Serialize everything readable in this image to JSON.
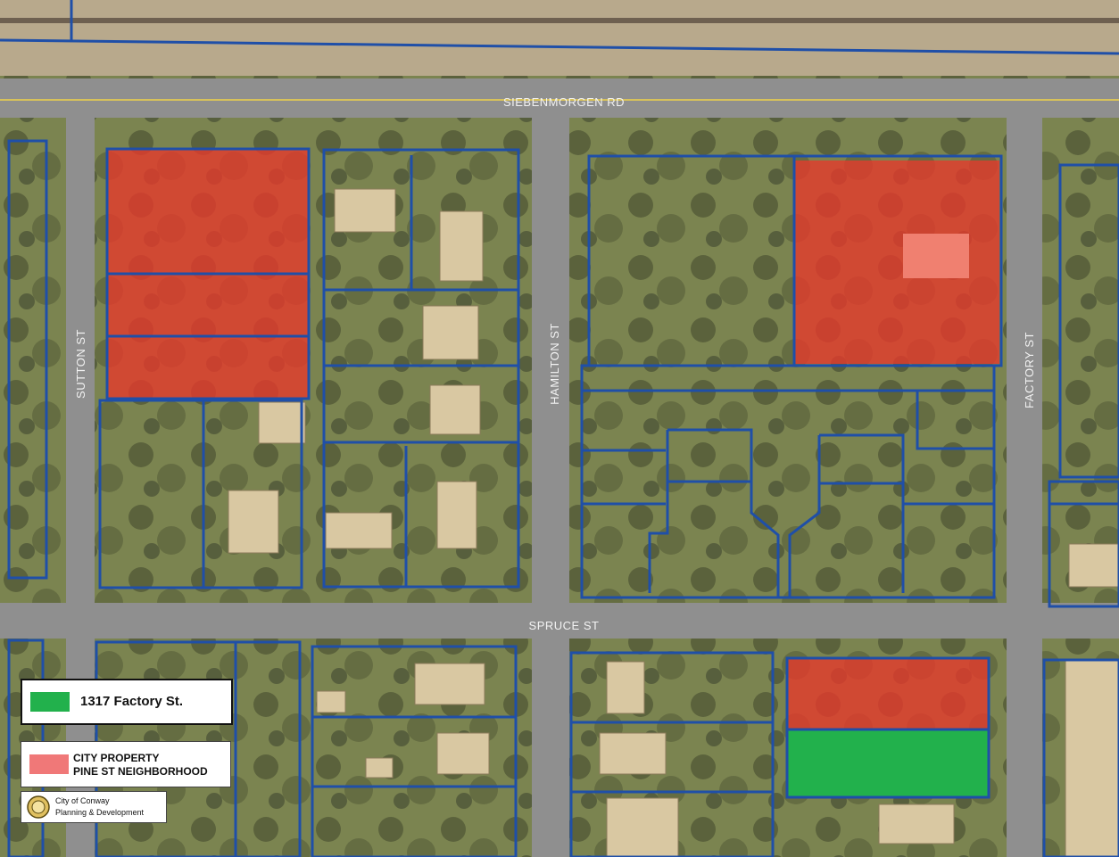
{
  "map": {
    "streets": {
      "siebenmorgen": "SIEBENMORGEN RD",
      "sutton": "SUTTON ST",
      "hamilton": "HAMILTON ST",
      "factory": "FACTORY ST",
      "spruce": "SPRUCE ST"
    },
    "colors": {
      "parcel_line": "#1f4fa8",
      "city_property": "#e8392b",
      "subject_property": "#22b14c",
      "road": "#8f8f8f",
      "grass": "#7d8a4e"
    }
  },
  "legend": {
    "subject": {
      "label": "1317 Factory St.",
      "color": "#22b14c"
    },
    "city_property": {
      "line1": "CITY PROPERTY",
      "line2": "PINE ST NEIGHBORHOOD",
      "color": "#f07878"
    },
    "credit": {
      "line1": "City of Conway",
      "line2": "Planning & Development"
    }
  }
}
